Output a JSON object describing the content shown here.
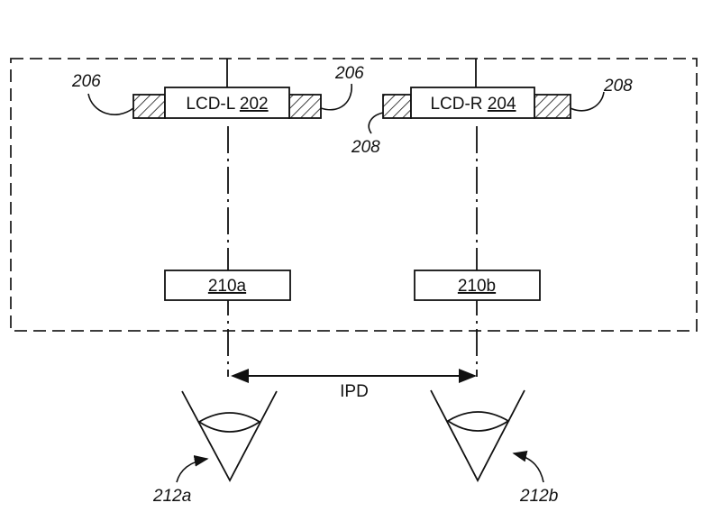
{
  "components": {
    "lcd_left": {
      "name": "LCD-L",
      "ref": "202"
    },
    "lcd_right": {
      "name": "LCD-R",
      "ref": "204"
    },
    "lens_left": {
      "ref": "210a"
    },
    "lens_right": {
      "ref": "210b"
    }
  },
  "labels": {
    "hatch_left_a": "206",
    "hatch_left_b": "206",
    "hatch_right_a": "208",
    "hatch_right_b": "208",
    "eye_left": "212a",
    "eye_right": "212b",
    "ipd": "IPD"
  }
}
